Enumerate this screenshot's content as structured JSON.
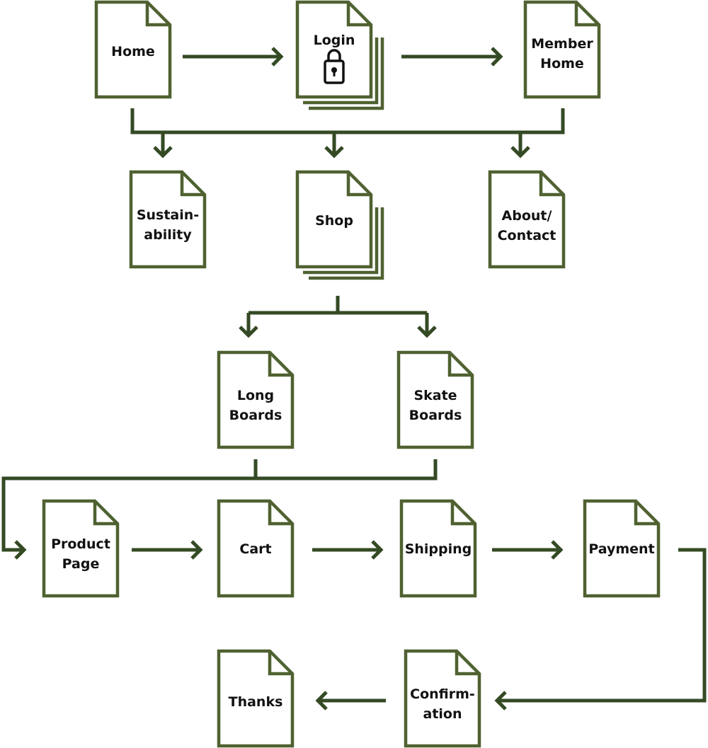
{
  "colors": {
    "page_border": "#4f6130",
    "connector": "#344a24",
    "label": "#111111",
    "background": "#ffffff"
  },
  "pages": {
    "home": [
      "Home"
    ],
    "login": [
      "Login"
    ],
    "member_home": [
      "Member",
      "Home"
    ],
    "sustainability": [
      "Sustain-",
      "ability"
    ],
    "shop": [
      "Shop"
    ],
    "about_contact": [
      "About/",
      "Contact"
    ],
    "long_boards": [
      "Long",
      "Boards"
    ],
    "skate_boards": [
      "Skate",
      "Boards"
    ],
    "product_page": [
      "Product",
      "Page"
    ],
    "cart": [
      "Cart"
    ],
    "shipping": [
      "Shipping"
    ],
    "payment": [
      "Payment"
    ],
    "confirmation": [
      "Confirm-",
      "ation"
    ],
    "thanks": [
      "Thanks"
    ]
  },
  "icons": {
    "login_lock": "lock-icon"
  }
}
